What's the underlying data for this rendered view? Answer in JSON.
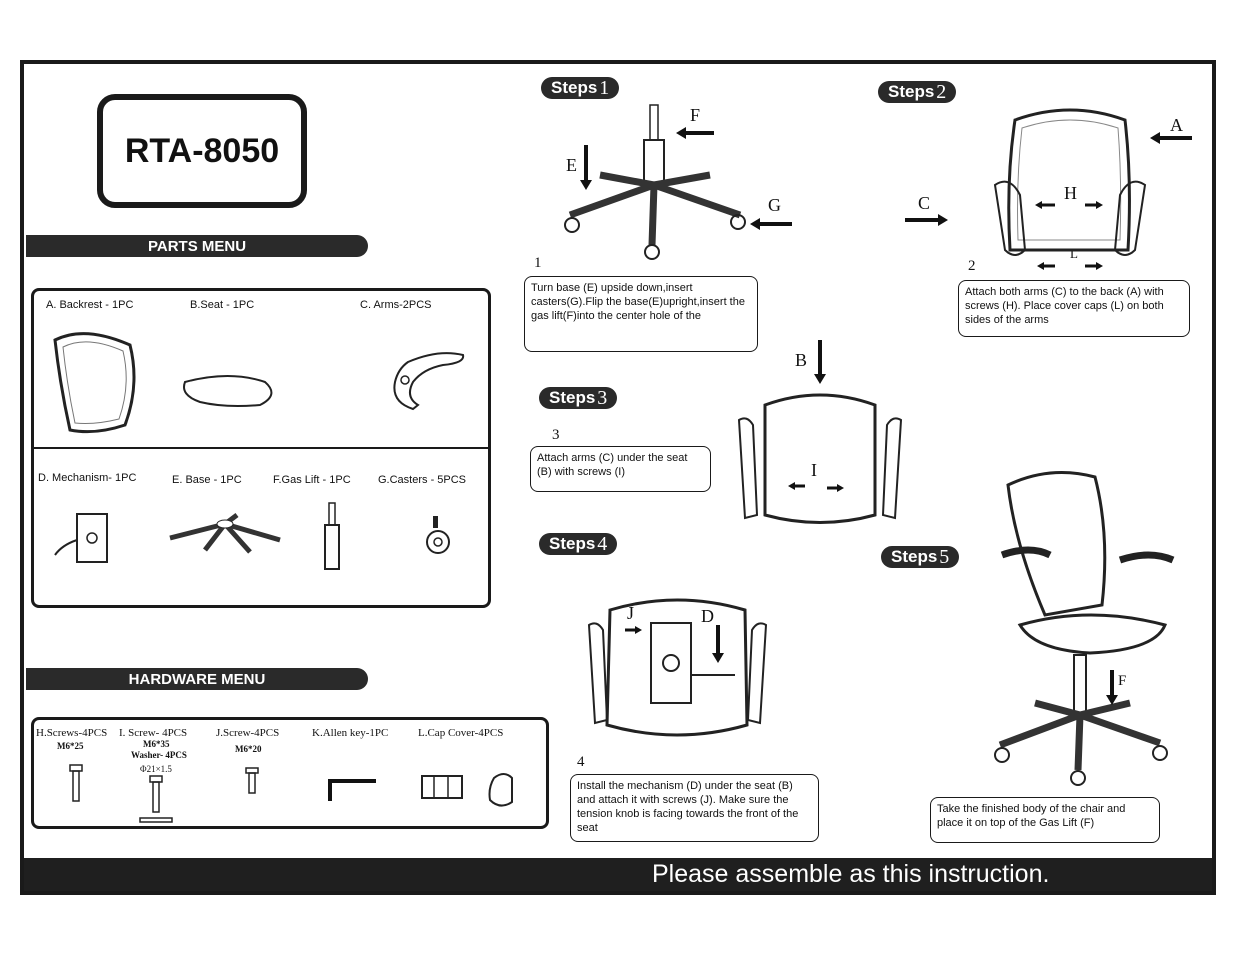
{
  "model": "RTA-8050",
  "parts_menu": {
    "title": "PARTS MENU",
    "items": [
      {
        "label": "A. Backrest - 1PC",
        "icon": "backrest-icon"
      },
      {
        "label": "B.Seat - 1PC",
        "icon": "seat-icon"
      },
      {
        "label": "C.  Arms-2PCS",
        "icon": "arm-icon"
      },
      {
        "label": "D. Mechanism- 1PC",
        "icon": "mechanism-icon"
      },
      {
        "label": "E.  Base - 1PC",
        "icon": "base-icon"
      },
      {
        "label": "F.Gas Lift - 1PC",
        "icon": "gas-lift-icon"
      },
      {
        "label": "G.Casters - 5PCS",
        "icon": "caster-icon"
      }
    ]
  },
  "hardware_menu": {
    "title": "HARDWARE MENU",
    "items": [
      {
        "label": "H.Screws-4PCS",
        "sub": "M6*25"
      },
      {
        "label": "I. Screw- 4PCS",
        "sub": "M6*35",
        "sub2": "Washer- 4PCS",
        "sub3": "Φ21×1.5"
      },
      {
        "label": "J.Screw-4PCS",
        "sub": "M6*20"
      },
      {
        "label": "K.Allen key-1PC"
      },
      {
        "label": "L.Cap Cover-4PCS"
      }
    ]
  },
  "steps": [
    {
      "word": "Steps",
      "num": "1",
      "index": "1",
      "text": "Turn base (E) upside down,insert casters(G).Flip the base(E)upright,insert the gas lift(F)into the center hole of the",
      "letters": [
        "F",
        "E",
        "G"
      ]
    },
    {
      "word": "Steps",
      "num": "2",
      "index": "2",
      "text": "Attach both arms (C) to the back (A) with screws (H). Place cover caps (L) on both sides of the arms",
      "letters": [
        "A",
        "C",
        "H",
        "L"
      ]
    },
    {
      "word": "Steps",
      "num": "3",
      "index": "3",
      "text": "Attach arms (C) under the seat (B) with screws (I)",
      "letters": [
        "B",
        "I"
      ]
    },
    {
      "word": "Steps",
      "num": "4",
      "index": "4",
      "text": "Install the mechanism (D) under the seat (B) and attach it with screws (J). Make sure the tension knob is facing towards the front of the seat",
      "letters": [
        "J",
        "D"
      ]
    },
    {
      "word": "Steps",
      "num": "5",
      "text": "Take the finished body of the chair and place it on top of the Gas Lift (F)",
      "letters": [
        "F"
      ]
    }
  ],
  "footer": "Please assemble as this instruction."
}
